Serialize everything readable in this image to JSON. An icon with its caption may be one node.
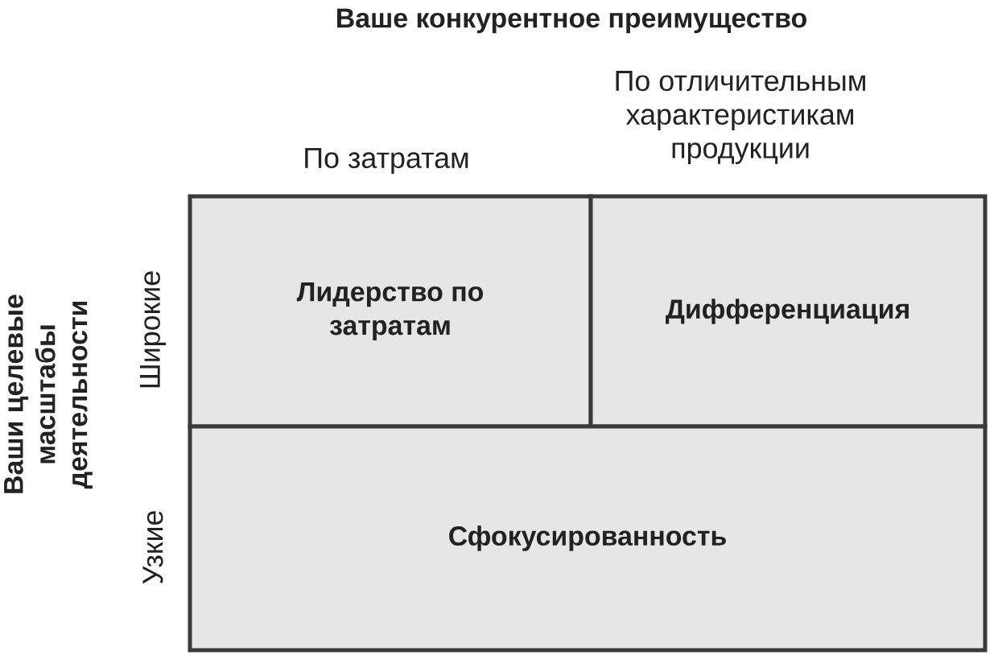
{
  "diagram": {
    "title": "Ваше конкурентное преимущество",
    "nodes": [
      {
        "text": [
          "Лидерство по затратам"
        ]
      },
      {
        "text": [
          "Дифференциация"
        ]
      },
      {
        "text": [
          "Сфокусированность"
        ]
      }
    ],
    "labels": [
      "По затратам",
      "По отличительным характеристикам продукции",
      "Ваши целевые масштабы деятельности",
      "Широкие",
      "Узкие"
    ]
  }
}
